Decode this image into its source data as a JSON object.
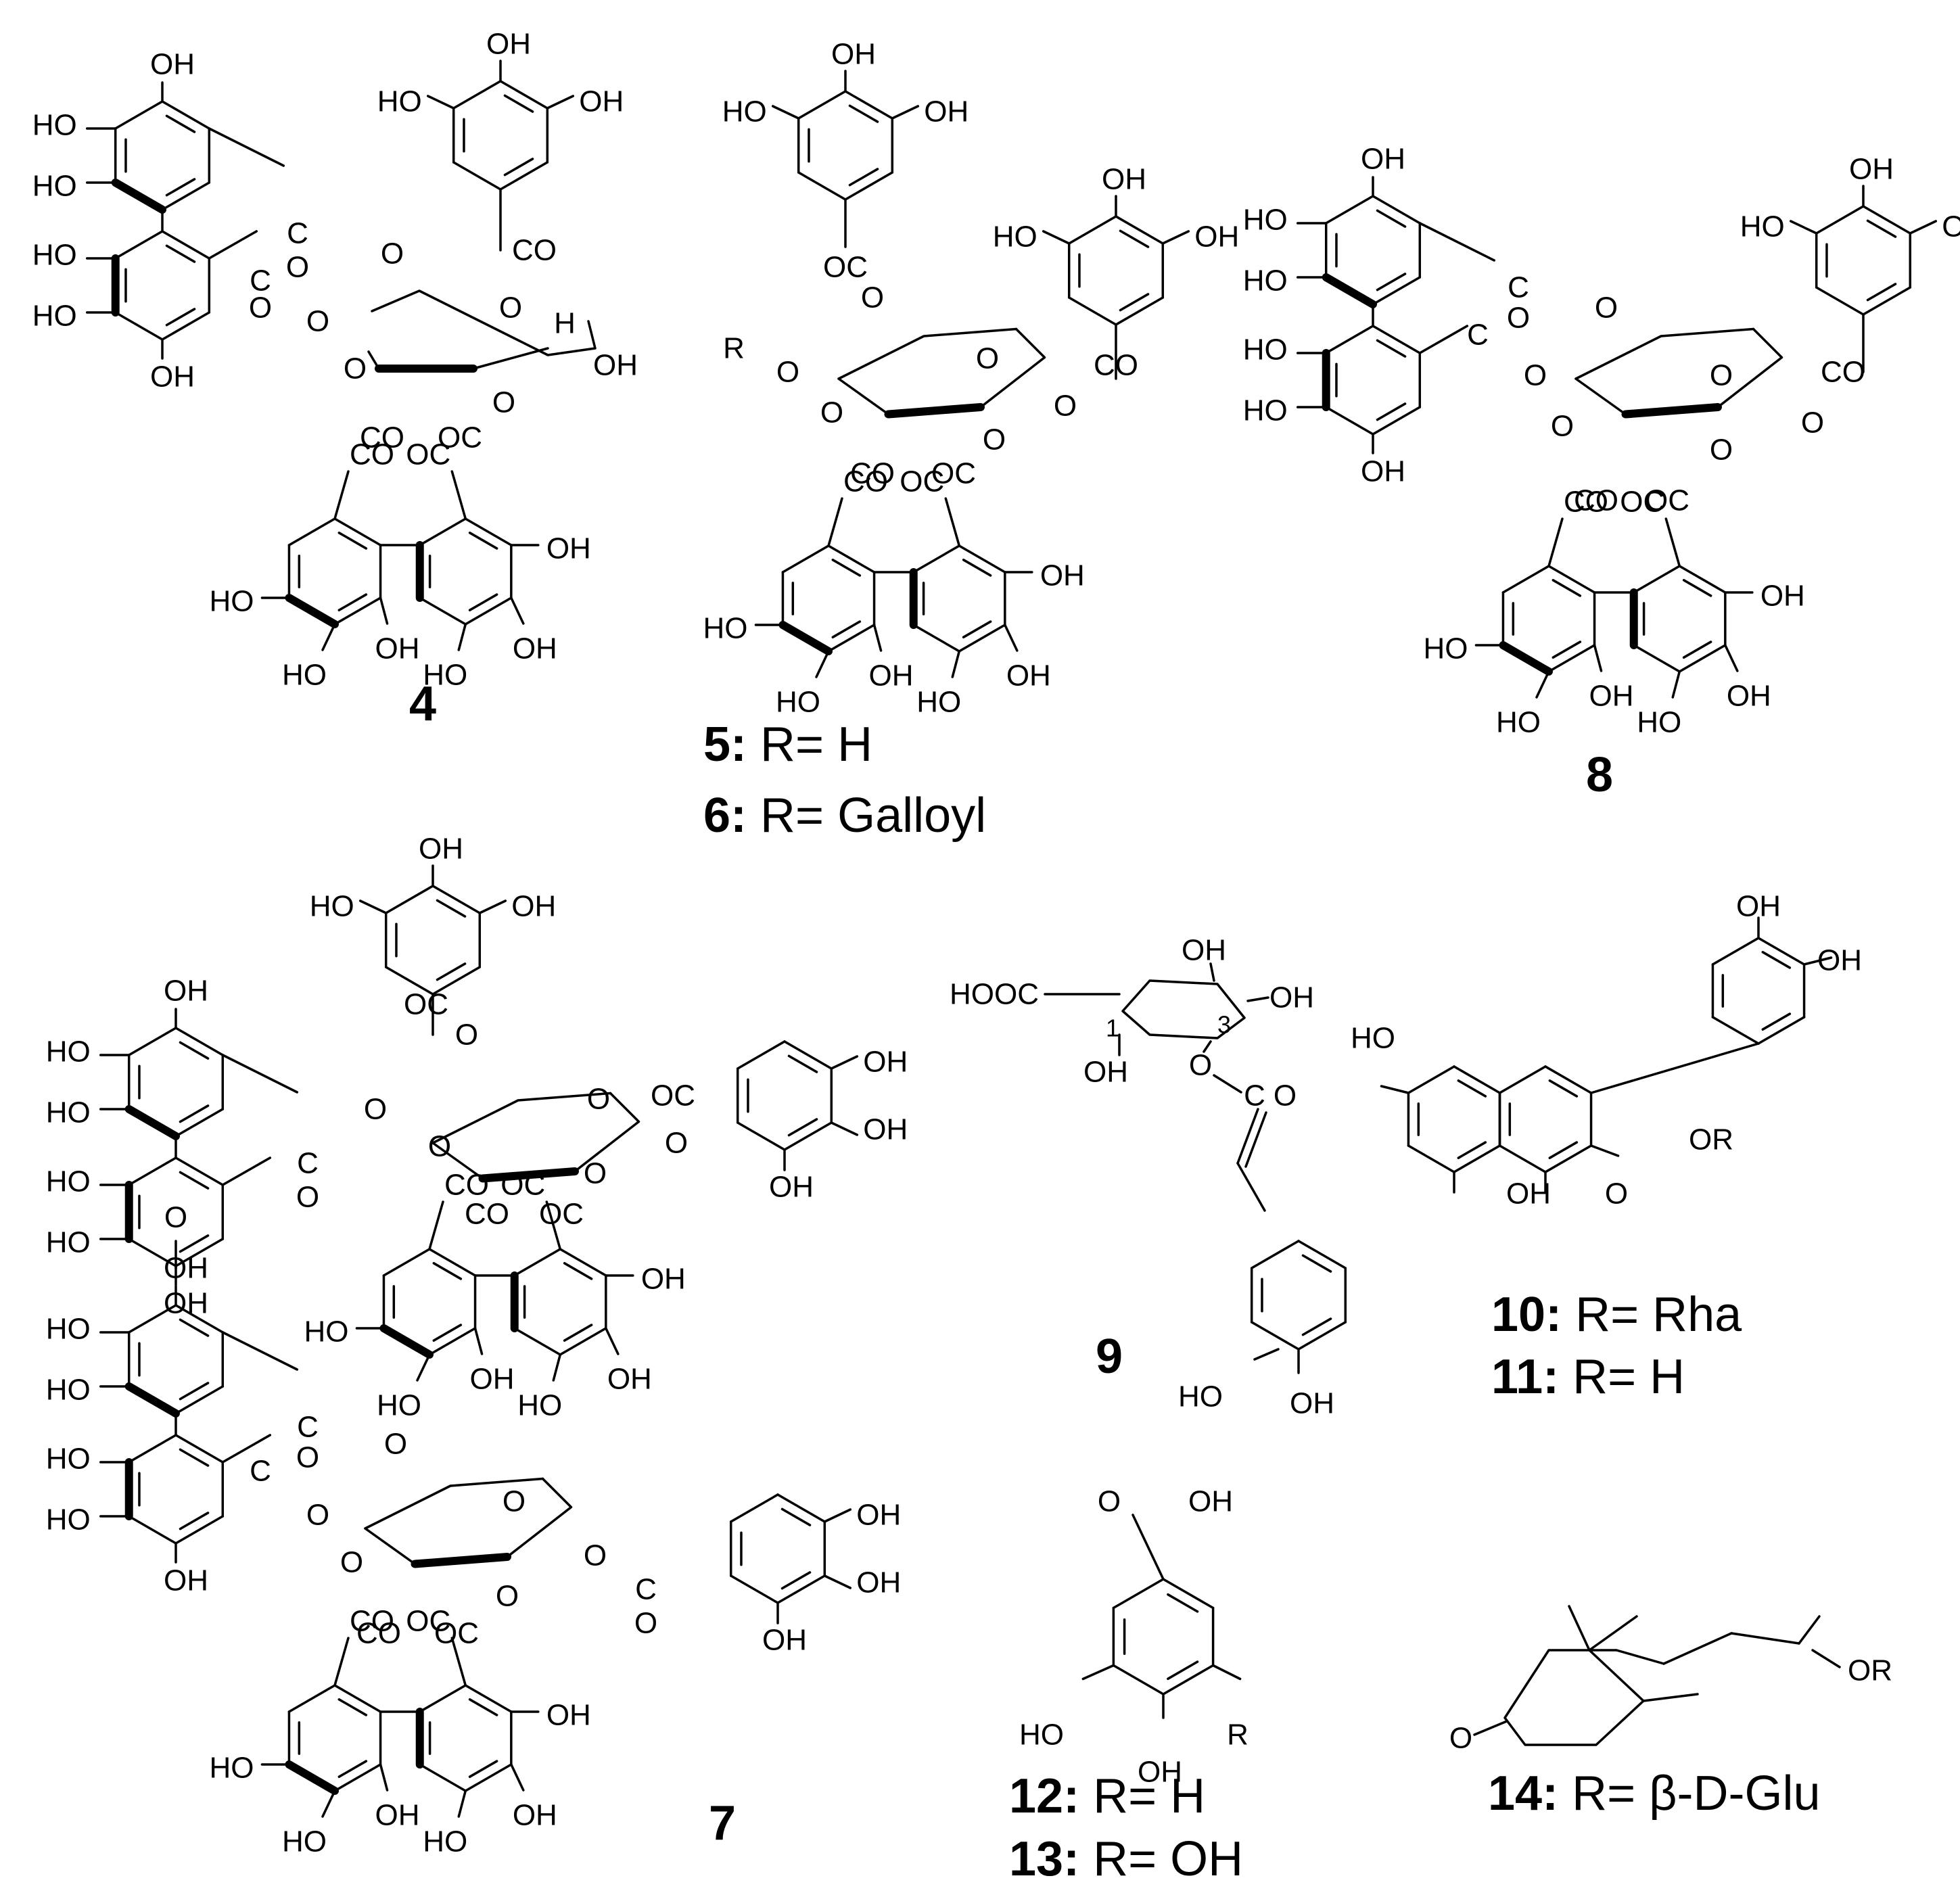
{
  "compounds": {
    "c4": {
      "label": "4"
    },
    "c5": {
      "number": "5:",
      "text": " R= H"
    },
    "c6": {
      "number": "6:",
      "text": " R= Galloyl"
    },
    "c7": {
      "label": "7"
    },
    "c8": {
      "label": "8"
    },
    "c9": {
      "label": "9"
    },
    "c10": {
      "number": "10:",
      "text": " R= Rha"
    },
    "c11": {
      "number": "11:",
      "text": " R= H"
    },
    "c12": {
      "number": "12:",
      "text": " R= H"
    },
    "c13": {
      "number": "13:",
      "text": " R= OH"
    },
    "c14": {
      "number": "14:",
      "text": " R= β-D-Glu"
    }
  },
  "atoms": {
    "oh": "OH",
    "ho": "HO",
    "co": "CO",
    "oc": "OC",
    "c": "C",
    "o": "O",
    "h": "H",
    "r": "R",
    "hooc": "HOOC",
    "or": "OR",
    "pos1": "1",
    "pos3": "3"
  }
}
